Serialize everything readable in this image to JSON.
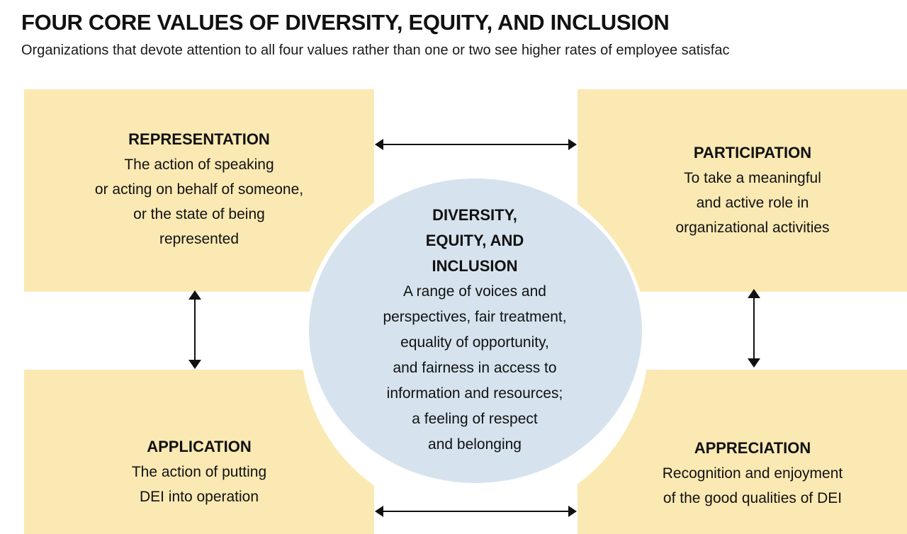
{
  "header": {
    "title": "FOUR CORE VALUES OF DIVERSITY, EQUITY, AND INCLUSION",
    "subtitle": "Organizations that devote attention to all four values rather than one or two see higher rates of employee satisfac"
  },
  "boxes": {
    "representation": {
      "title": "REPRESENTATION",
      "lines": [
        "The action of speaking",
        "or acting on behalf of someone,",
        "or the state of being",
        "represented"
      ]
    },
    "participation": {
      "title": "PARTICIPATION",
      "lines": [
        "To take a meaningful",
        "and active role in",
        "organizational activities"
      ]
    },
    "application": {
      "title": "APPLICATION",
      "lines": [
        "The action of putting",
        "DEI into operation"
      ]
    },
    "appreciation": {
      "title": "APPRECIATION",
      "lines": [
        "Recognition and enjoyment",
        "of the good qualities of DEI"
      ]
    }
  },
  "center": {
    "title_lines": [
      "DIVERSITY,",
      "EQUITY, AND",
      "INCLUSION"
    ],
    "lines": [
      "A range of voices and",
      "perspectives, fair treatment,",
      "equality of opportunity,",
      "and fairness in access to",
      "information and resources;",
      "a feeling of respect",
      "and belonging"
    ]
  },
  "colors": {
    "box_fill": "#fbe9b4",
    "circle_fill": "#d6e3ee",
    "arrow": "#111111"
  }
}
